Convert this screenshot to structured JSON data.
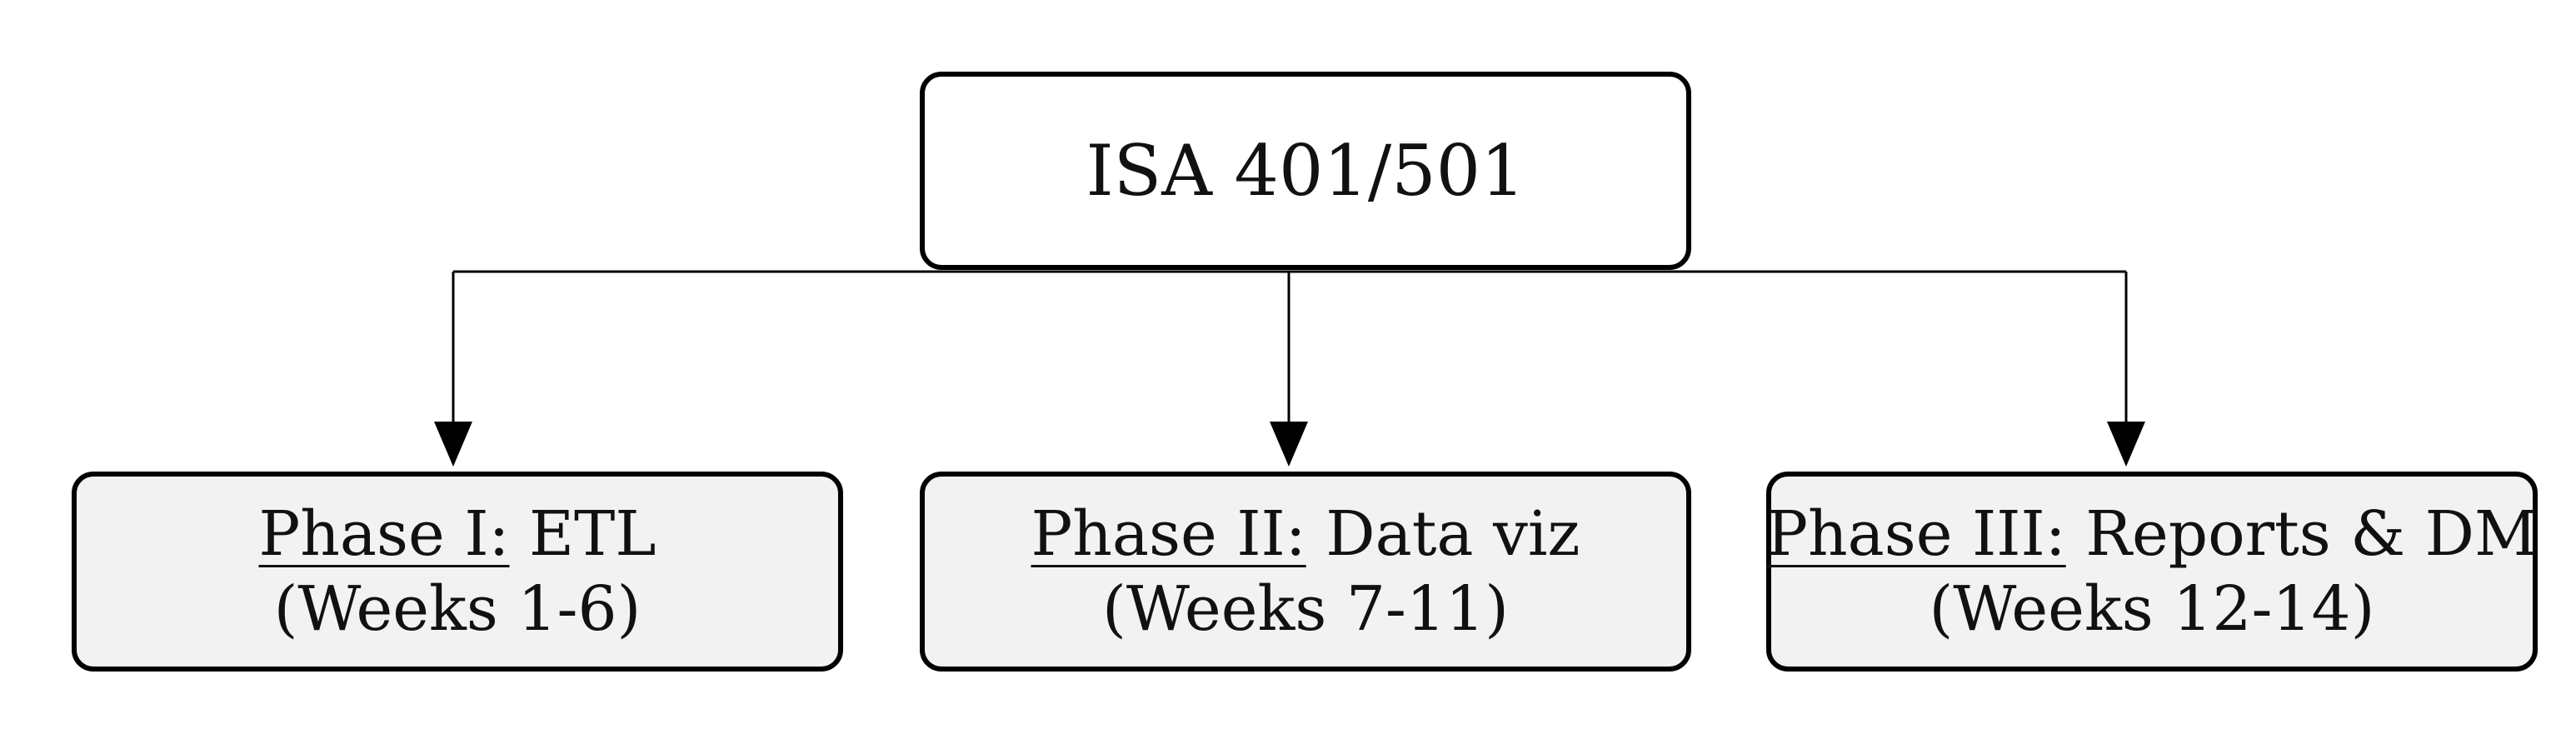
{
  "root": {
    "title": "ISA 401/501"
  },
  "phases": [
    {
      "name": "Phase I:",
      "topic": "ETL",
      "weeks": "(Weeks 1-6)"
    },
    {
      "name": "Phase II:",
      "topic": "Data viz",
      "weeks": "(Weeks 7-11)"
    },
    {
      "name": "Phase III:",
      "topic": "Reports & DM",
      "weeks": "(Weeks 12-14)"
    }
  ],
  "colors": {
    "root_fill": "#ffffff",
    "phase_fill": "#f2f2f2",
    "stroke": "#000000"
  }
}
